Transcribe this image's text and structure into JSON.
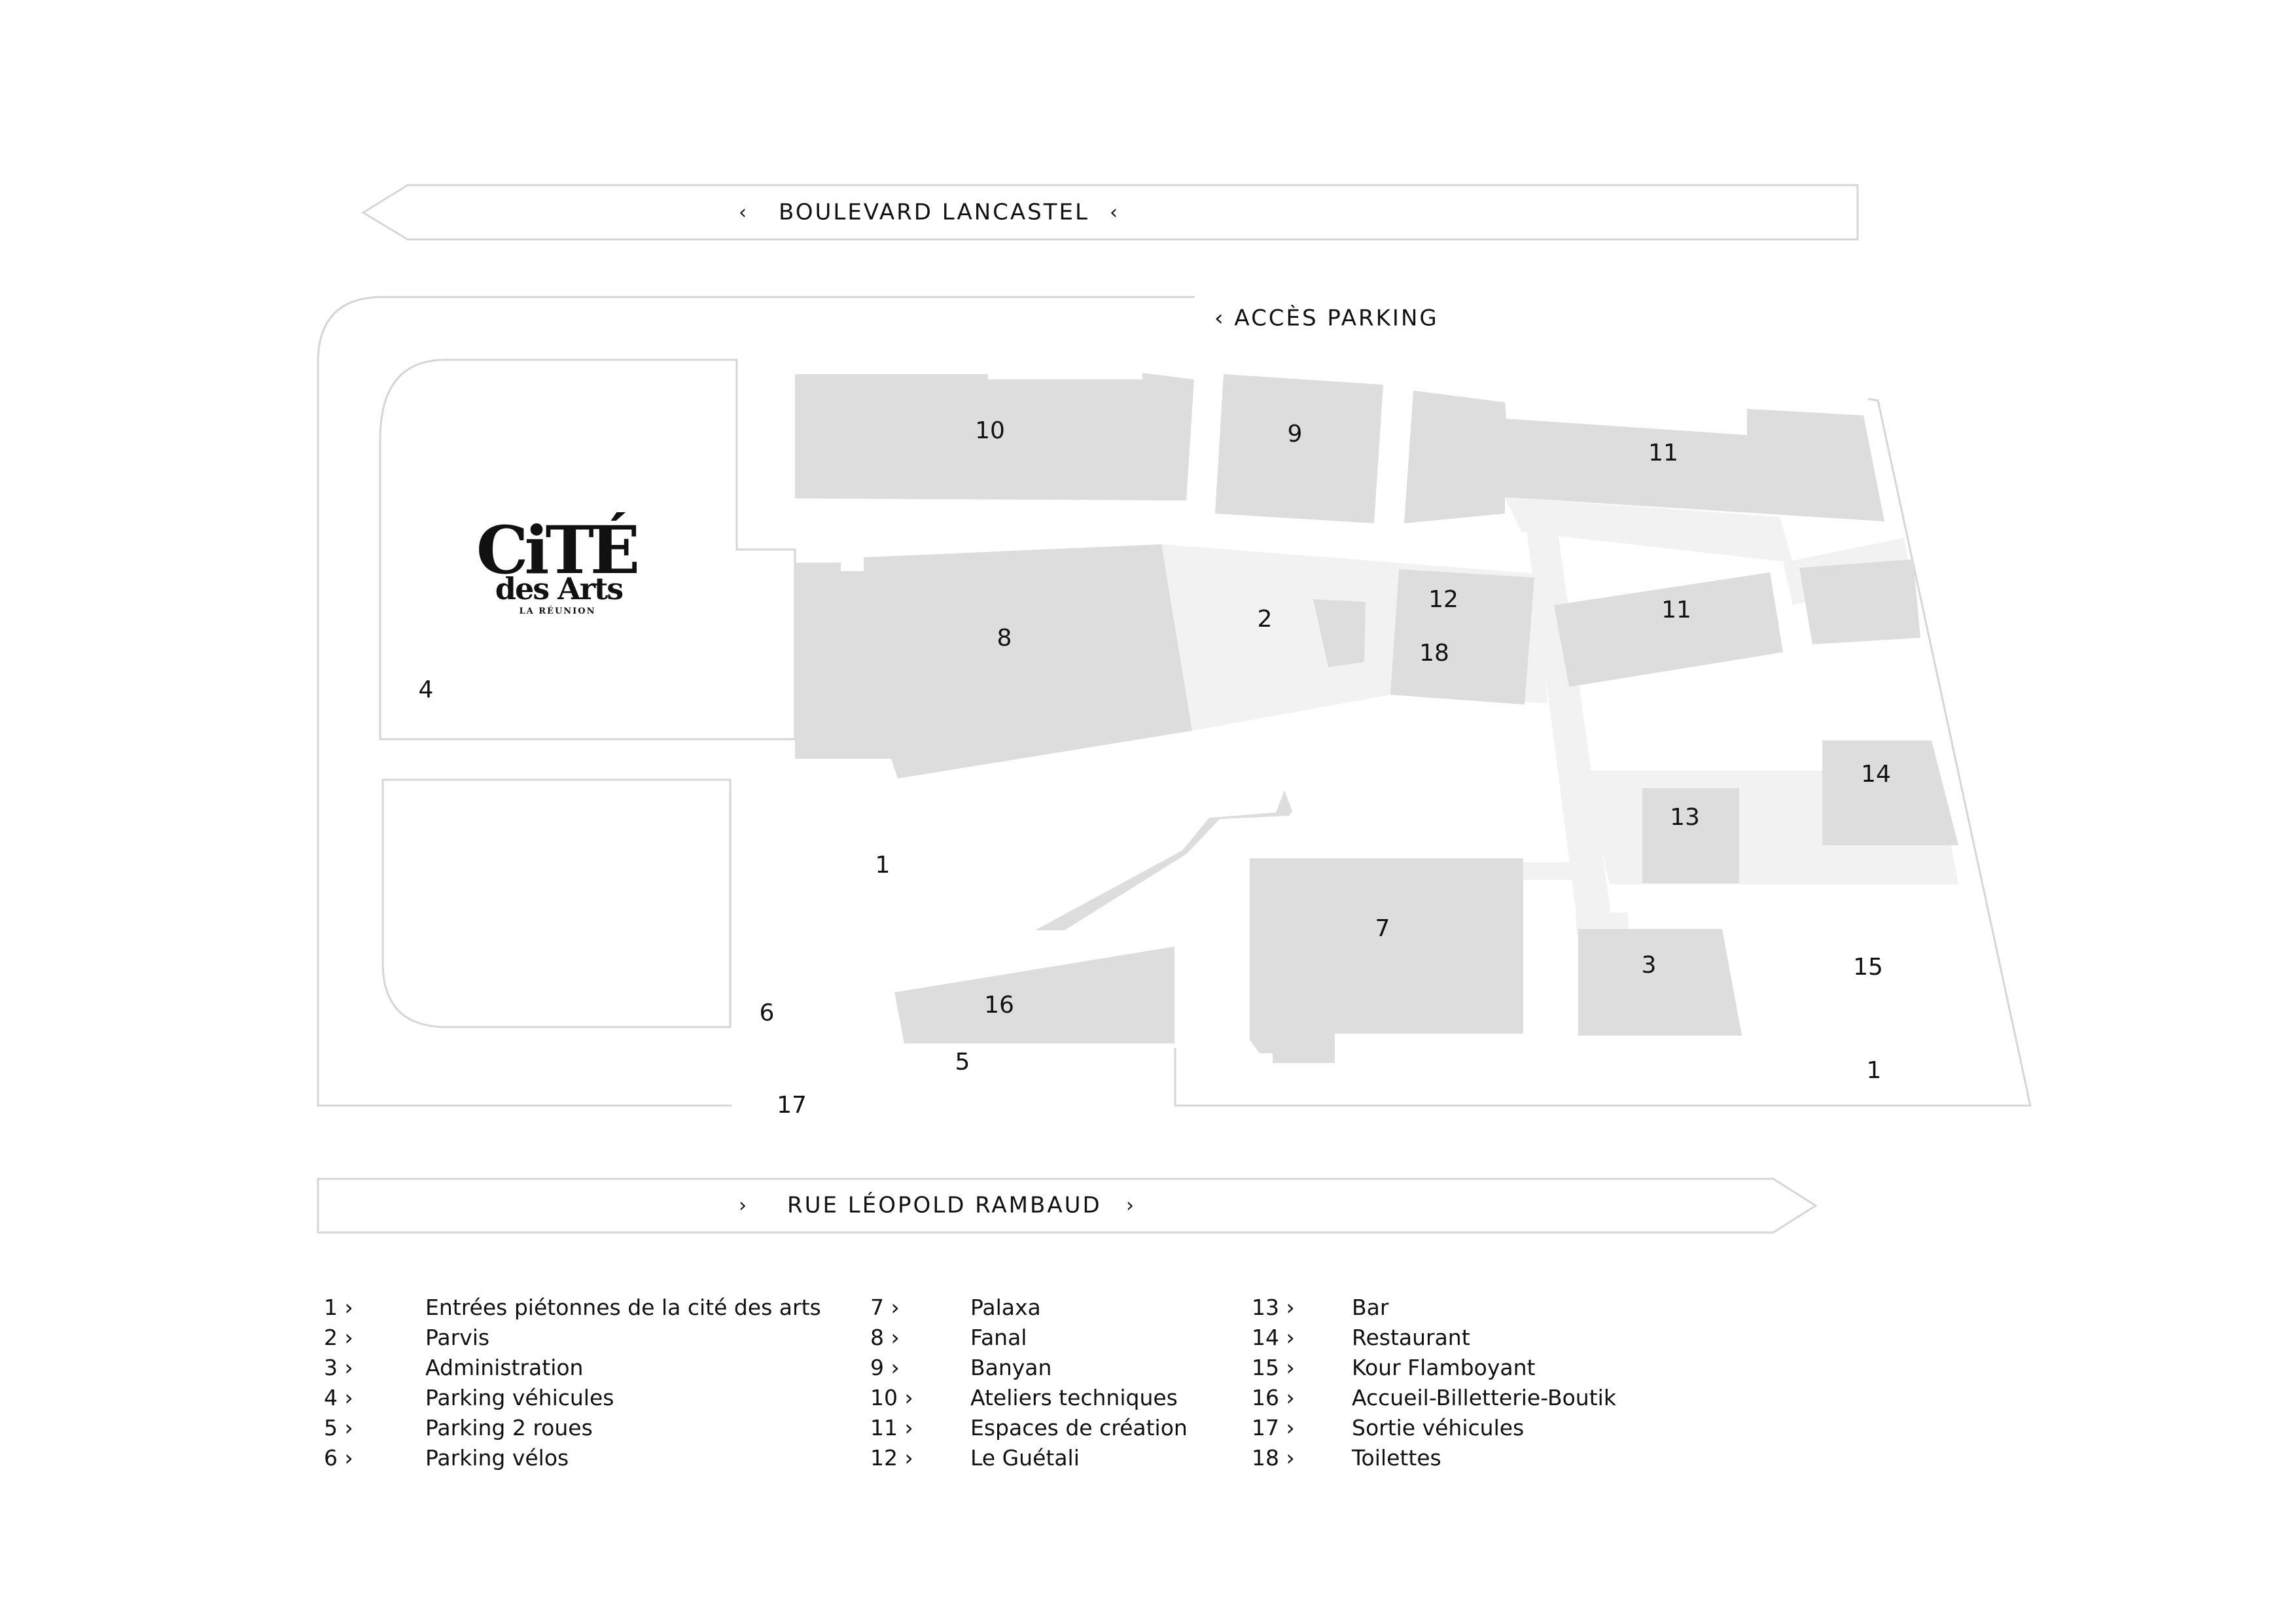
{
  "roads": {
    "top": {
      "label": "BOULEVARD LANCASTEL",
      "chevron_left": "‹",
      "chevron_right": "‹"
    },
    "bottom": {
      "label": "RUE LÉOPOLD RAMBAUD",
      "chevron_left": "›",
      "chevron_right": "›"
    },
    "parking_access": "‹ ACCÈS PARKING"
  },
  "logo": {
    "line1": "CiTÉ",
    "line2": "des Arts",
    "line3": "LA RÉUNION"
  },
  "map_numbers": {
    "n10": "10",
    "n9": "9",
    "n11a": "11",
    "n11b": "11",
    "n8": "8",
    "n2": "2",
    "n12": "12",
    "n18": "18",
    "n4": "4",
    "n14": "14",
    "n13": "13",
    "n1a": "1",
    "n7": "7",
    "n3": "3",
    "n15": "15",
    "n16": "16",
    "n6": "6",
    "n5": "5",
    "n1b": "1",
    "n17": "17"
  },
  "legend": {
    "col1": [
      {
        "num": "1 ›",
        "label": "Entrées piétonnes de la cité des arts"
      },
      {
        "num": "2 ›",
        "label": "Parvis"
      },
      {
        "num": "3 ›",
        "label": "Administration"
      },
      {
        "num": "4 ›",
        "label": "Parking véhicules"
      },
      {
        "num": "5 ›",
        "label": "Parking 2 roues"
      },
      {
        "num": "6 ›",
        "label": "Parking vélos"
      }
    ],
    "col2": [
      {
        "num": "7 ›",
        "label": "Palaxa"
      },
      {
        "num": "8 ›",
        "label": "Fanal"
      },
      {
        "num": "9 ›",
        "label": "Banyan"
      },
      {
        "num": "10 ›",
        "label": "Ateliers techniques"
      },
      {
        "num": "11 ›",
        "label": "Espaces de création"
      },
      {
        "num": "12 ›",
        "label": "Le Guétali"
      }
    ],
    "col3": [
      {
        "num": "13 ›",
        "label": "Bar"
      },
      {
        "num": "14 ›",
        "label": "Restaurant"
      },
      {
        "num": "15 ›",
        "label": "Kour Flamboyant"
      },
      {
        "num": "16 ›",
        "label": "Accueil-Billetterie-Boutik"
      },
      {
        "num": "17 ›",
        "label": "Sortie véhicules"
      },
      {
        "num": "18 ›",
        "label": "Toilettes"
      }
    ]
  }
}
